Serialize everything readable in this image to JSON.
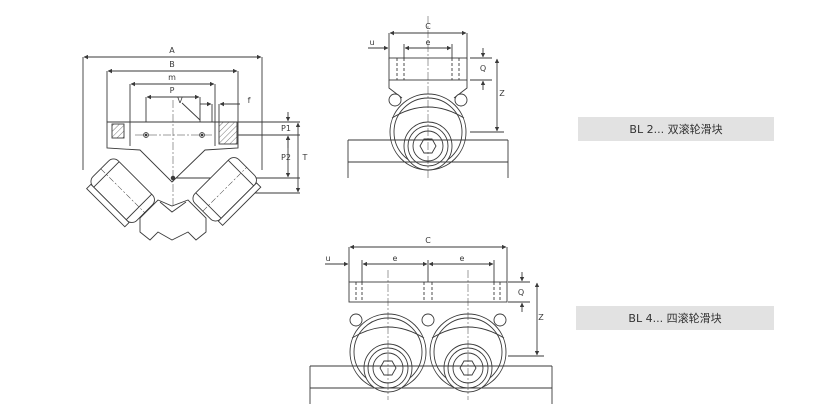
{
  "captions": {
    "bl2": "BL 2... 双滚轮滑块",
    "bl4": "BL 4... 四滚轮滑块"
  },
  "side_view_labels": {
    "A": "A",
    "B": "B",
    "m": "m",
    "P": "P",
    "V": "V",
    "f": "f",
    "P1": "P1",
    "P2": "P2",
    "T": "T"
  },
  "front2_labels": {
    "C": "C",
    "u": "u",
    "e": "e",
    "Q": "Q",
    "Z": "Z"
  },
  "front4_labels": {
    "C": "C",
    "u": "u",
    "e1": "e",
    "e2": "e",
    "Q": "Q",
    "Z": "Z"
  },
  "colors": {
    "line": "#3a3a3a",
    "caption_bg": "#e2e2e2",
    "body_fill": "#ffffff"
  }
}
